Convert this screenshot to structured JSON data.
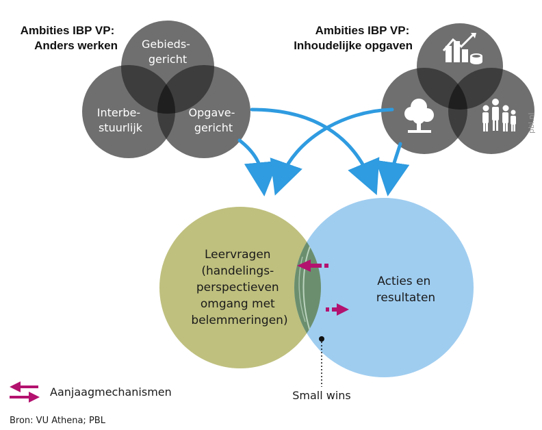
{
  "diagram": {
    "left_group": {
      "title_line1": "Ambities IBP VP:",
      "title_line2": "Anders werken",
      "circle_top": [
        "Gebieds-",
        "gericht"
      ],
      "circle_left": [
        "Interbe-",
        "stuurlijk"
      ],
      "circle_right": [
        "Opgave-",
        "gericht"
      ]
    },
    "right_group": {
      "title_line1": "Ambities IBP VP:",
      "title_line2": "Inhoudelijke opgaven",
      "icon_top": "chart-coins-icon",
      "icon_left": "tree-icon",
      "icon_right": "people-group-icon",
      "credit": "pbl.nl"
    },
    "venn": {
      "left_lines": [
        "Leervragen",
        "(handelings-",
        "perspectieven",
        "omgang met",
        "belemmeringen)"
      ],
      "right_lines": [
        "Acties en",
        "resultaten"
      ],
      "overlap_marker": "Small wins"
    },
    "legend": {
      "icon": "double-arrow-icon",
      "label": "Aanjaagmechanismen"
    },
    "source": "Bron: VU Athena; PBL",
    "colors": {
      "grey_circle": "#6f6f6f",
      "grey_overlap": "#3d3d3d",
      "grey_center": "#1f1f1f",
      "olive": "#bfc07e",
      "blue": "#9fcdf0",
      "overlap_green": "#6b8f6e",
      "arrow_blue": "#2f9be0",
      "magenta": "#b3126f"
    }
  }
}
